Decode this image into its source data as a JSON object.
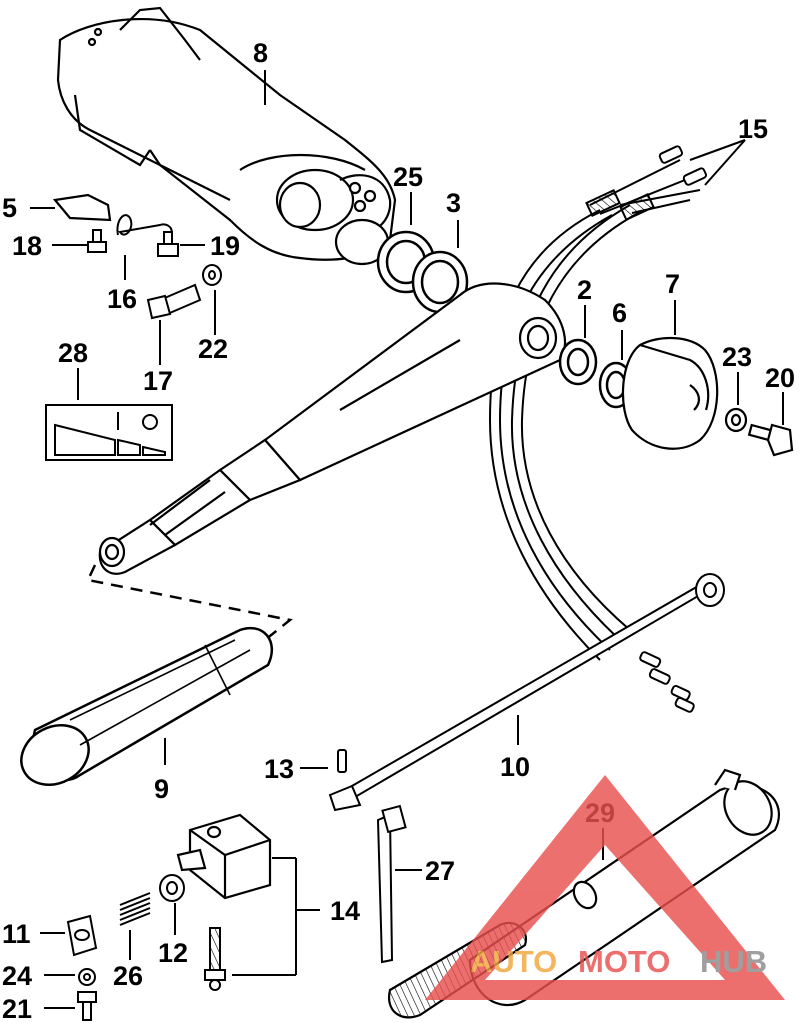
{
  "parts": {
    "p2": "2",
    "p3": "3",
    "p5": "5",
    "p6": "6",
    "p7": "7",
    "p8": "8",
    "p9": "9",
    "p10": "10",
    "p11": "11",
    "p12": "12",
    "p13": "13",
    "p14": "14",
    "p15": "15",
    "p16": "16",
    "p17": "17",
    "p18": "18",
    "p19": "19",
    "p20": "20",
    "p21": "21",
    "p22": "22",
    "p23": "23",
    "p24": "24",
    "p25": "25",
    "p26": "26",
    "p27": "27",
    "p28": "28",
    "p29": "29"
  },
  "watermark": {
    "auto": "AUTO",
    "moto": "MOTO",
    "hub": "HUB",
    "colors": {
      "red": "#e8504e",
      "orange": "#f2a63c",
      "gray": "#8a8a8a"
    }
  }
}
